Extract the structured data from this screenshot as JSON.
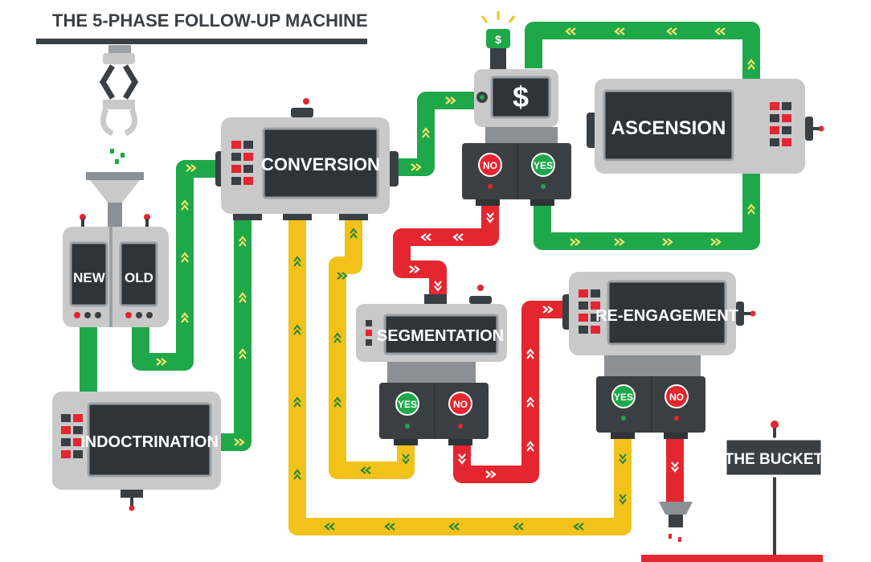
{
  "title": "THE 5-PHASE FOLLOW-UP MACHINE",
  "machines": {
    "new": "NEW",
    "old": "OLD",
    "indoctrination": "INDOCTRINATION",
    "conversion": "CONVERSION",
    "segmentation": "SEGMENTATION",
    "ascension": "ASCENSION",
    "reengagement": "RE-ENGAGEMENT",
    "bucket": "THE BUCKET"
  },
  "sign": "$",
  "light_sign": "$",
  "buttons": {
    "ascension_no": "NO",
    "ascension_yes": "YES",
    "segmentation_yes": "YES",
    "segmentation_no": "NO",
    "reengagement_yes": "YES",
    "reengagement_no": "NO"
  },
  "colors": {
    "green": "#1fa84a",
    "yellow": "#f2c21b",
    "red": "#e3262f",
    "machine_gray": "#c9c9c9",
    "screen_dark": "#2f3439",
    "base_dark": "#3a3f44"
  }
}
